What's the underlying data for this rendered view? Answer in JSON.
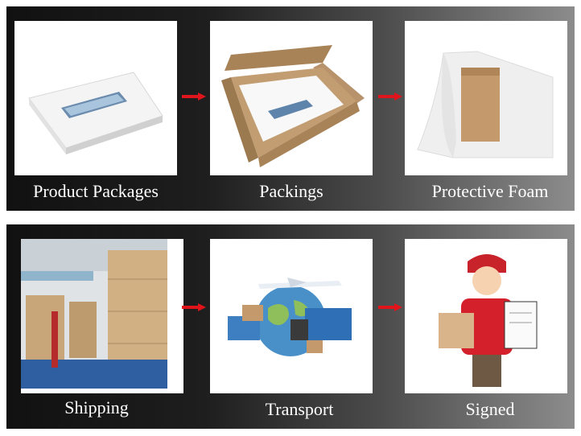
{
  "accent_color": "#e0141b",
  "steps": [
    {
      "label": "Product Packages",
      "icon": "white-product-box-image"
    },
    {
      "label": "Packings",
      "icon": "box-in-carton-image"
    },
    {
      "label": "Protective Foam",
      "icon": "foam-wrapped-carton-image"
    },
    {
      "label": "Shipping",
      "icon": "warehouse-cartons-image"
    },
    {
      "label": "Transport",
      "icon": "globe-plane-truck-image"
    },
    {
      "label": "Signed",
      "icon": "courier-delivery-image"
    }
  ],
  "arrows": [
    "red-arrow-icon",
    "red-arrow-icon",
    "red-arrow-icon",
    "red-arrow-icon"
  ]
}
